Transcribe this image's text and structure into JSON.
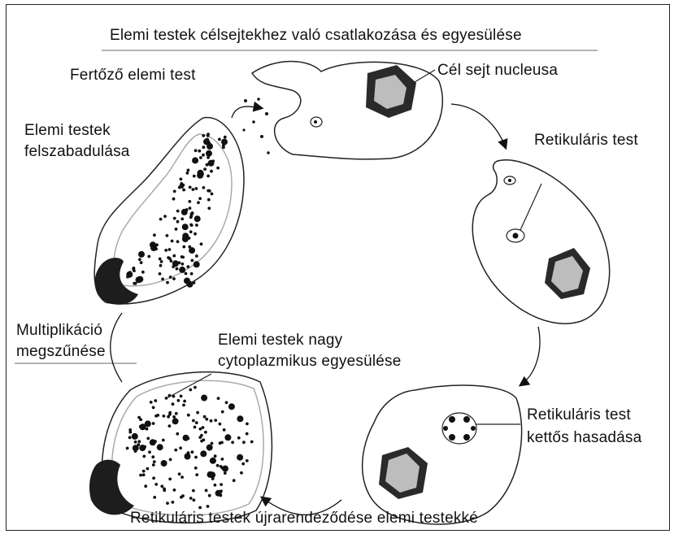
{
  "title": "Elemi testek célsejtekhez való csatlakozása és egyesülése",
  "labels": {
    "infectious_eb": "Fertőző elemi test",
    "nucleus": "Cél sejt nucleusa",
    "eb_release_1": "Elemi testek",
    "eb_release_2": "felszabadulása",
    "reticulate_body": "Retikuláris test",
    "multiplication_end_1": "Multiplikáció",
    "multiplication_end_2": "megszűnése",
    "cytoplasmic_fusion_1": "Elemi testek nagy",
    "cytoplasmic_fusion_2": "cytoplazmikus egyesülése",
    "binary_fission_1": "Retikuláris test",
    "binary_fission_2": "kettős hasadása",
    "reorganization": "Retikuláris testek újrarendeződése elemi testekké"
  }
}
